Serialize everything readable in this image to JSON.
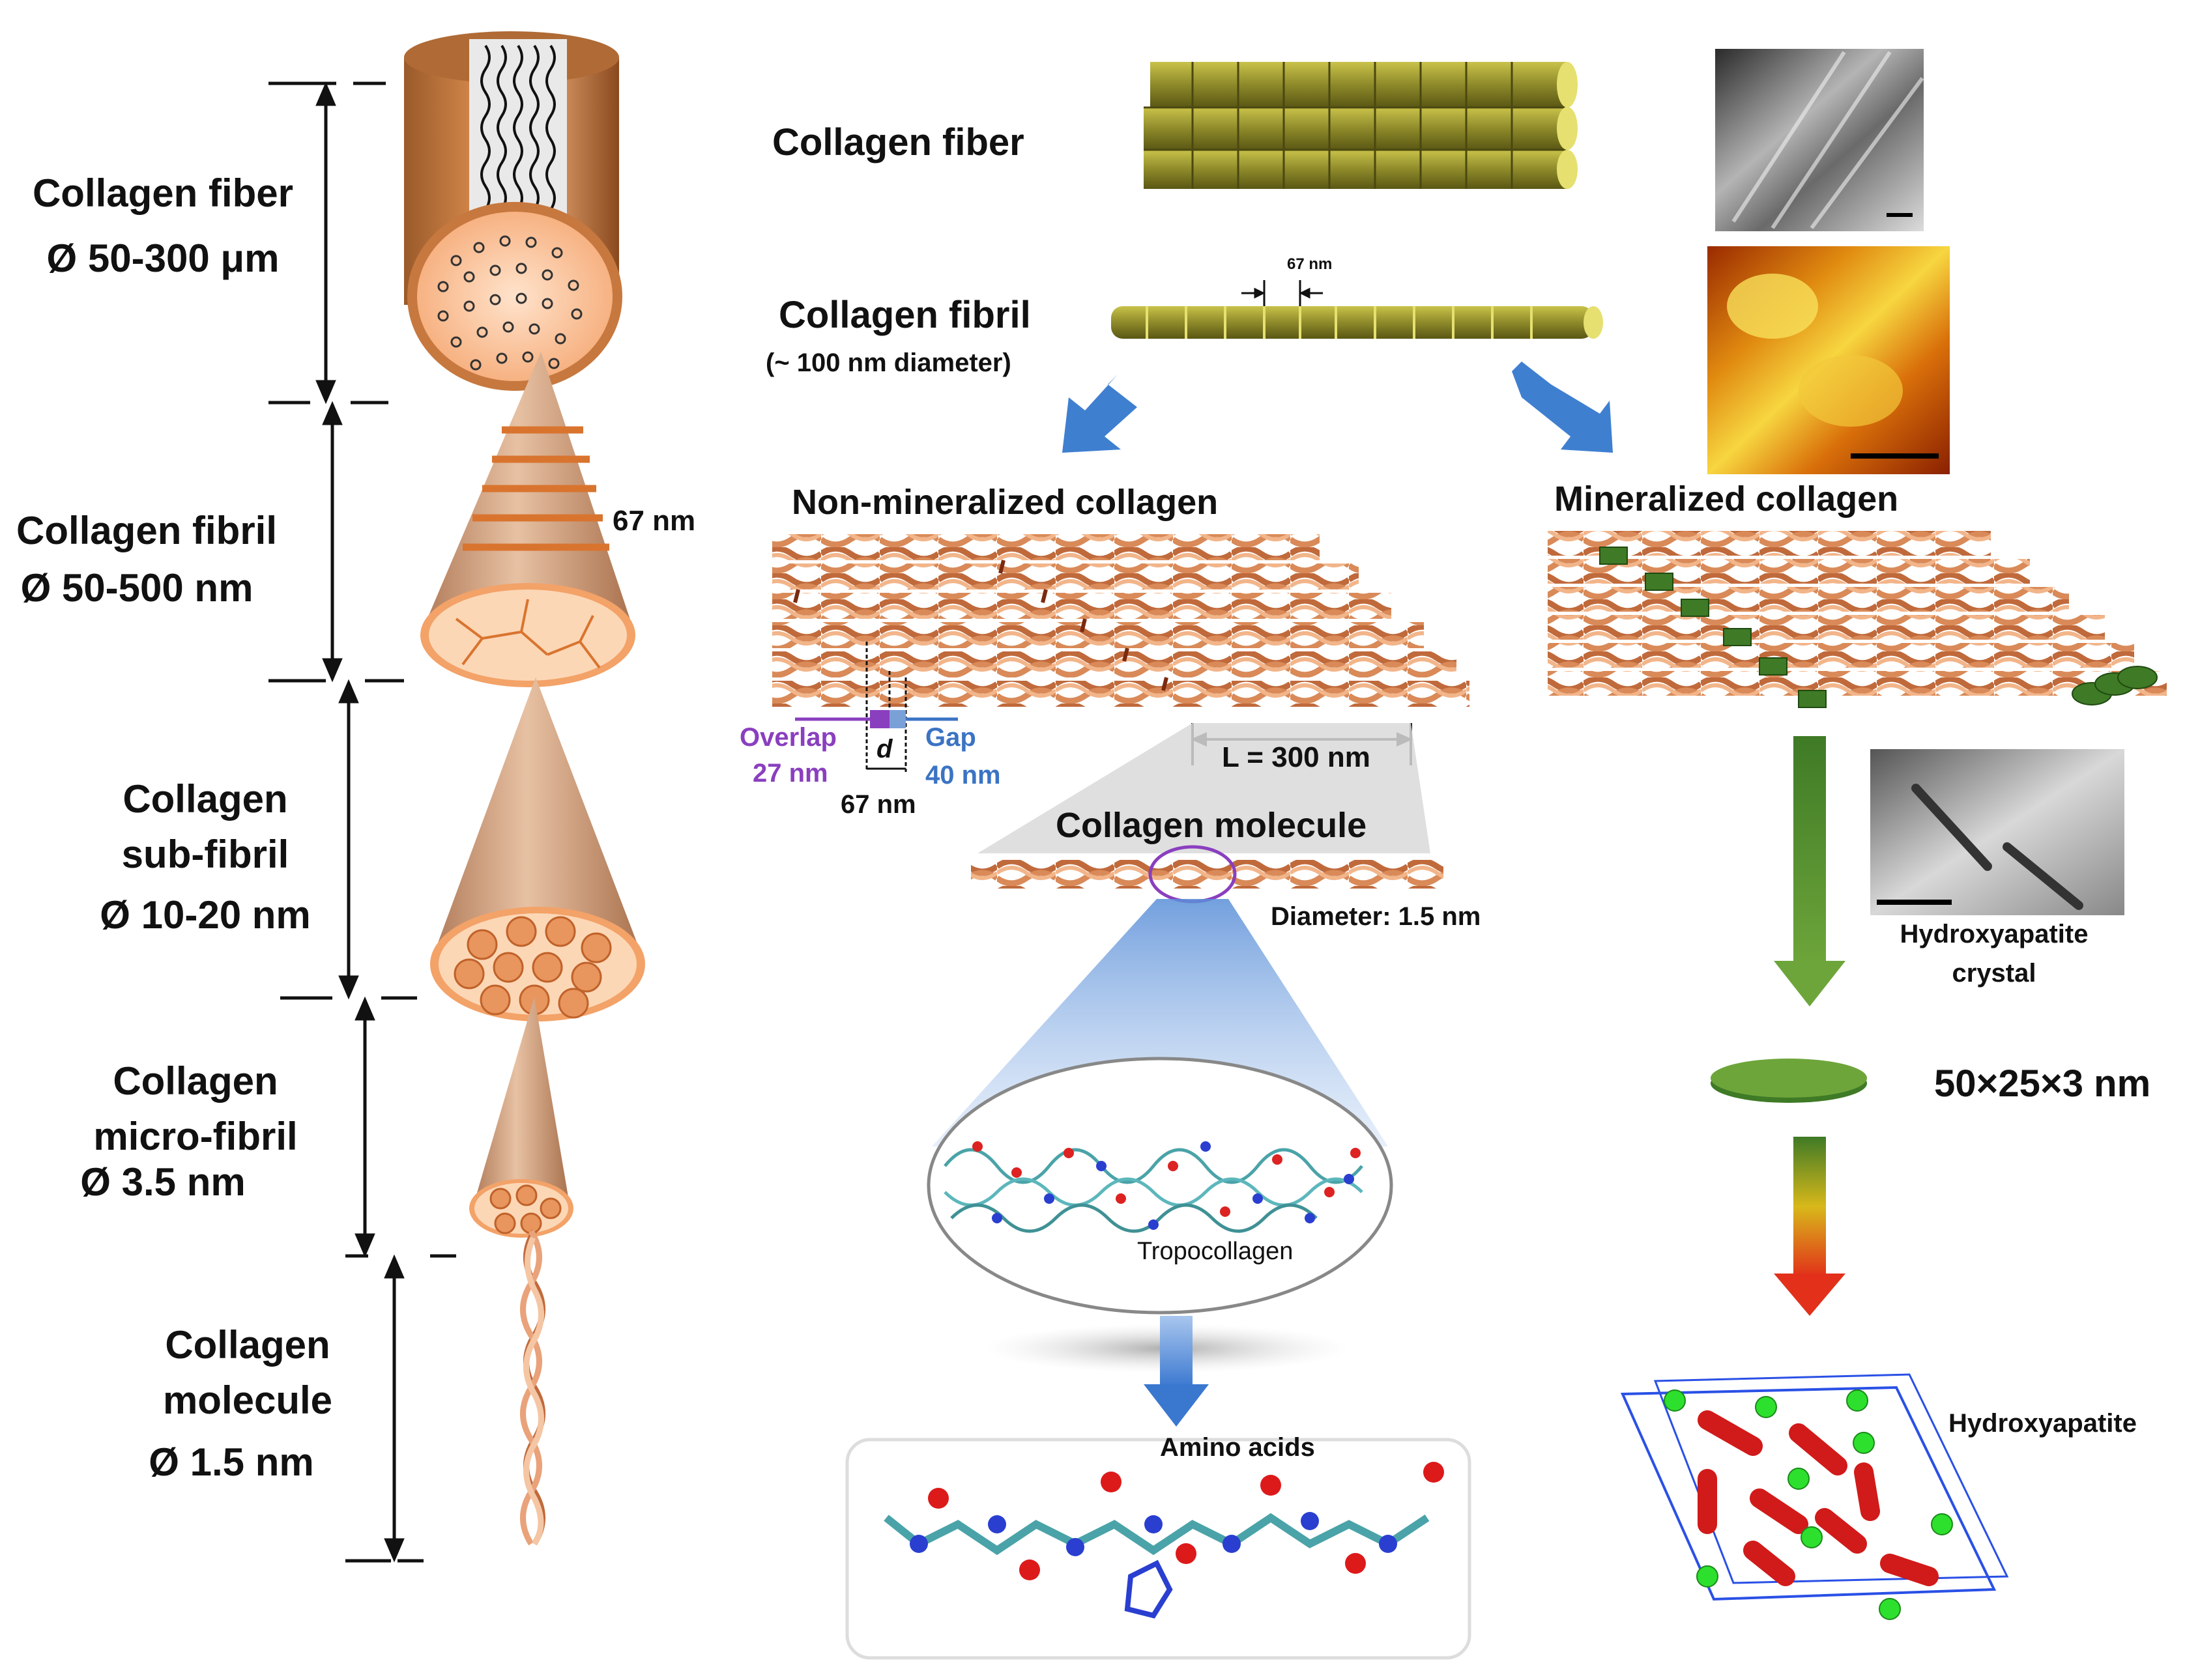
{
  "hierarchy": [
    {
      "name": "Collagen fiber",
      "size": "Ø 50-300 μm"
    },
    {
      "name": "Collagen fibril",
      "size": "Ø 50-500 nm"
    },
    {
      "name": "Collagen sub-fibril",
      "name_line1": "Collagen",
      "name_line2": "sub-fibril",
      "size": "Ø 10-20 nm"
    },
    {
      "name": "Collagen micro-fibril",
      "name_line1": "Collagen",
      "name_line2": "micro-fibril",
      "size": "Ø 3.5 nm"
    },
    {
      "name": "Collagen molecule",
      "name_line1": "Collagen",
      "name_line2": "molecule",
      "size": "Ø 1.5 nm"
    }
  ],
  "fibril_period_label": "67 nm",
  "center": {
    "fiber_label": "Collagen fiber",
    "fibril_label": "Collagen fibril",
    "fibril_diameter": "(~ 100 nm diameter)",
    "fibril_period": "67 nm",
    "nonmineral_label": "Non-mineralized collagen",
    "mineral_label": "Mineralized collagen",
    "overlap_label": "Overlap",
    "overlap_value": "27 nm",
    "gap_label": "Gap",
    "gap_value": "40 nm",
    "d_label": "d",
    "period_value": "67 nm",
    "length_label": "L = 300 nm",
    "molecule_label": "Collagen molecule",
    "molecule_diameter": "Diameter: 1.5 nm",
    "tropocollagen_label": "Tropocollagen",
    "amino_acids_label": "Amino acids"
  },
  "right": {
    "hydroxyapatite_crystal_line1": "Hydroxyapatite",
    "hydroxyapatite_crystal_line2": "crystal",
    "crystal_size": "50×25×3 nm",
    "hydroxyapatite_label": "Hydroxyapatite"
  },
  "colors": {
    "collagen_orange": "#e8955e",
    "fibril_olive": "#8e8a2a",
    "arrow_blue": "#3f7fd0",
    "mineral_green": "#4e8a2e",
    "overlap_purple": "#8a3fbf",
    "gap_blue": "#3b73c4"
  }
}
